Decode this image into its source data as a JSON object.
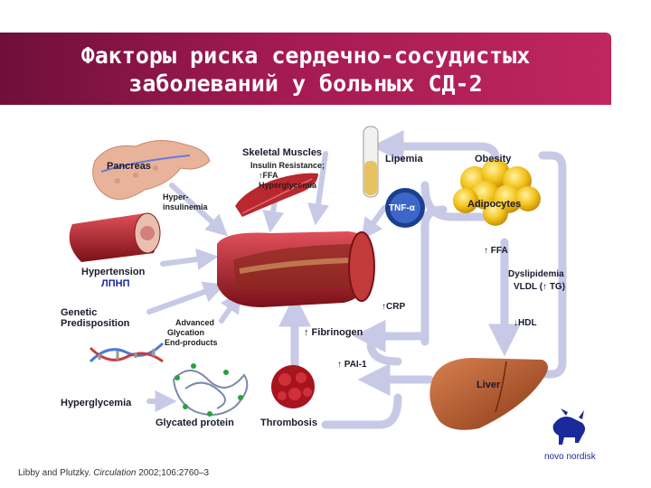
{
  "title": {
    "line1": "Факторы риска сердечно-сосудистых",
    "line2": "заболеваний у больных СД-2"
  },
  "labels": {
    "pancreas": "Pancreas",
    "skeletal_muscles": "Skeletal Muscles",
    "insulin_resistance": "Insulin Resistance;",
    "ffa_up": "↑FFA",
    "hyperglycemia_muscle": "Hyperglycemia",
    "lipemia": "Lipemia",
    "obesity": "Obesity",
    "adipocytes": "Adipocytes",
    "tnf": "TNF-α",
    "ffa_adipo": "↑ FFA",
    "hyperinsulinemia_1": "Hyper-",
    "hyperinsulinemia_2": "insulinemia",
    "hypertension": "Hypertension",
    "lpnp": "ЛПНП",
    "dyslipidemia": "Dyslipidemia",
    "vldl": "VLDL (↑ TG)",
    "crp": "↑CRP",
    "hdl": "↓HDL",
    "genetic_1": "Genetic",
    "genetic_2": "Predisposition",
    "advanced_1": "Advanced",
    "advanced_2": "Glycation",
    "advanced_3": "End-products",
    "fibrinogen": "↑ Fibrinogen",
    "pai": "↑ PAI-1",
    "liver": "Liver",
    "hyperglycemia": "Hyperglycemia",
    "glycated_protein": "Glycated protein",
    "thrombosis": "Thrombosis"
  },
  "footer": {
    "authors": "Libby and Plutzky.",
    "journal": "Circulation",
    "ref": "2002;106:2760–3"
  },
  "logo": {
    "text": "novo nordisk"
  },
  "colors": {
    "banner": "#a31a52",
    "arrow": "#c7c9e6",
    "vessel": "#b0202a",
    "adipocyte": "#f2c21a",
    "liver": "#b45a2c",
    "tnf_circle": "#1d3f8f"
  }
}
